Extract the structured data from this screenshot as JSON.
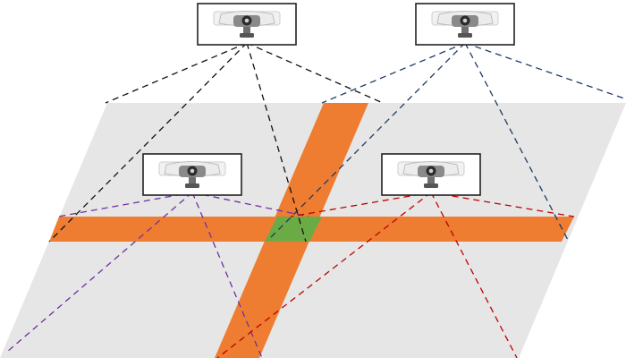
{
  "diagram": {
    "description_colors": {
      "ground": "#e6e6e6",
      "road": "#ee7d31",
      "overlap": "#6aab46",
      "camera_frame_fill": "#ffffff",
      "camera_frame_stroke": "#222222",
      "camera_body": "#777777"
    },
    "cameras": [
      {
        "id": "top-left",
        "fov_color": "#111111"
      },
      {
        "id": "top-right",
        "fov_color": "#1f3a66"
      },
      {
        "id": "middle-left",
        "fov_color": "#7030a0"
      },
      {
        "id": "middle-right",
        "fov_color": "#c00000"
      }
    ],
    "icon": "security-camera-icon"
  }
}
